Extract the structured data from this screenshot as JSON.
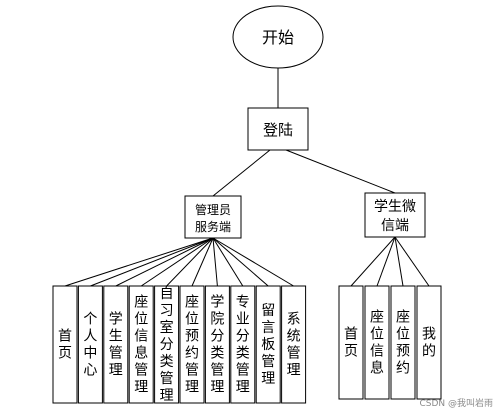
{
  "nodes": {
    "start": {
      "label": "开始"
    },
    "login": {
      "label": "登陆"
    },
    "admin": {
      "label": [
        "管理员",
        "服务端"
      ]
    },
    "student": {
      "label": [
        "学生微",
        "信端"
      ]
    }
  },
  "admin_modules": [
    {
      "label": "首页"
    },
    {
      "label": "个人中心"
    },
    {
      "label": "学生管理"
    },
    {
      "label": "座位信息管理"
    },
    {
      "label": "自习室分类管理"
    },
    {
      "label": "座位预约管理"
    },
    {
      "label": "学院分类管理"
    },
    {
      "label": "专业分类管理"
    },
    {
      "label": "留言板管理"
    },
    {
      "label": "系统管理"
    }
  ],
  "student_modules": [
    {
      "label": "首页"
    },
    {
      "label": "座位信息"
    },
    {
      "label": "座位预约"
    },
    {
      "label": "我的"
    }
  ],
  "watermark": "CSDN @我叫岩雨"
}
